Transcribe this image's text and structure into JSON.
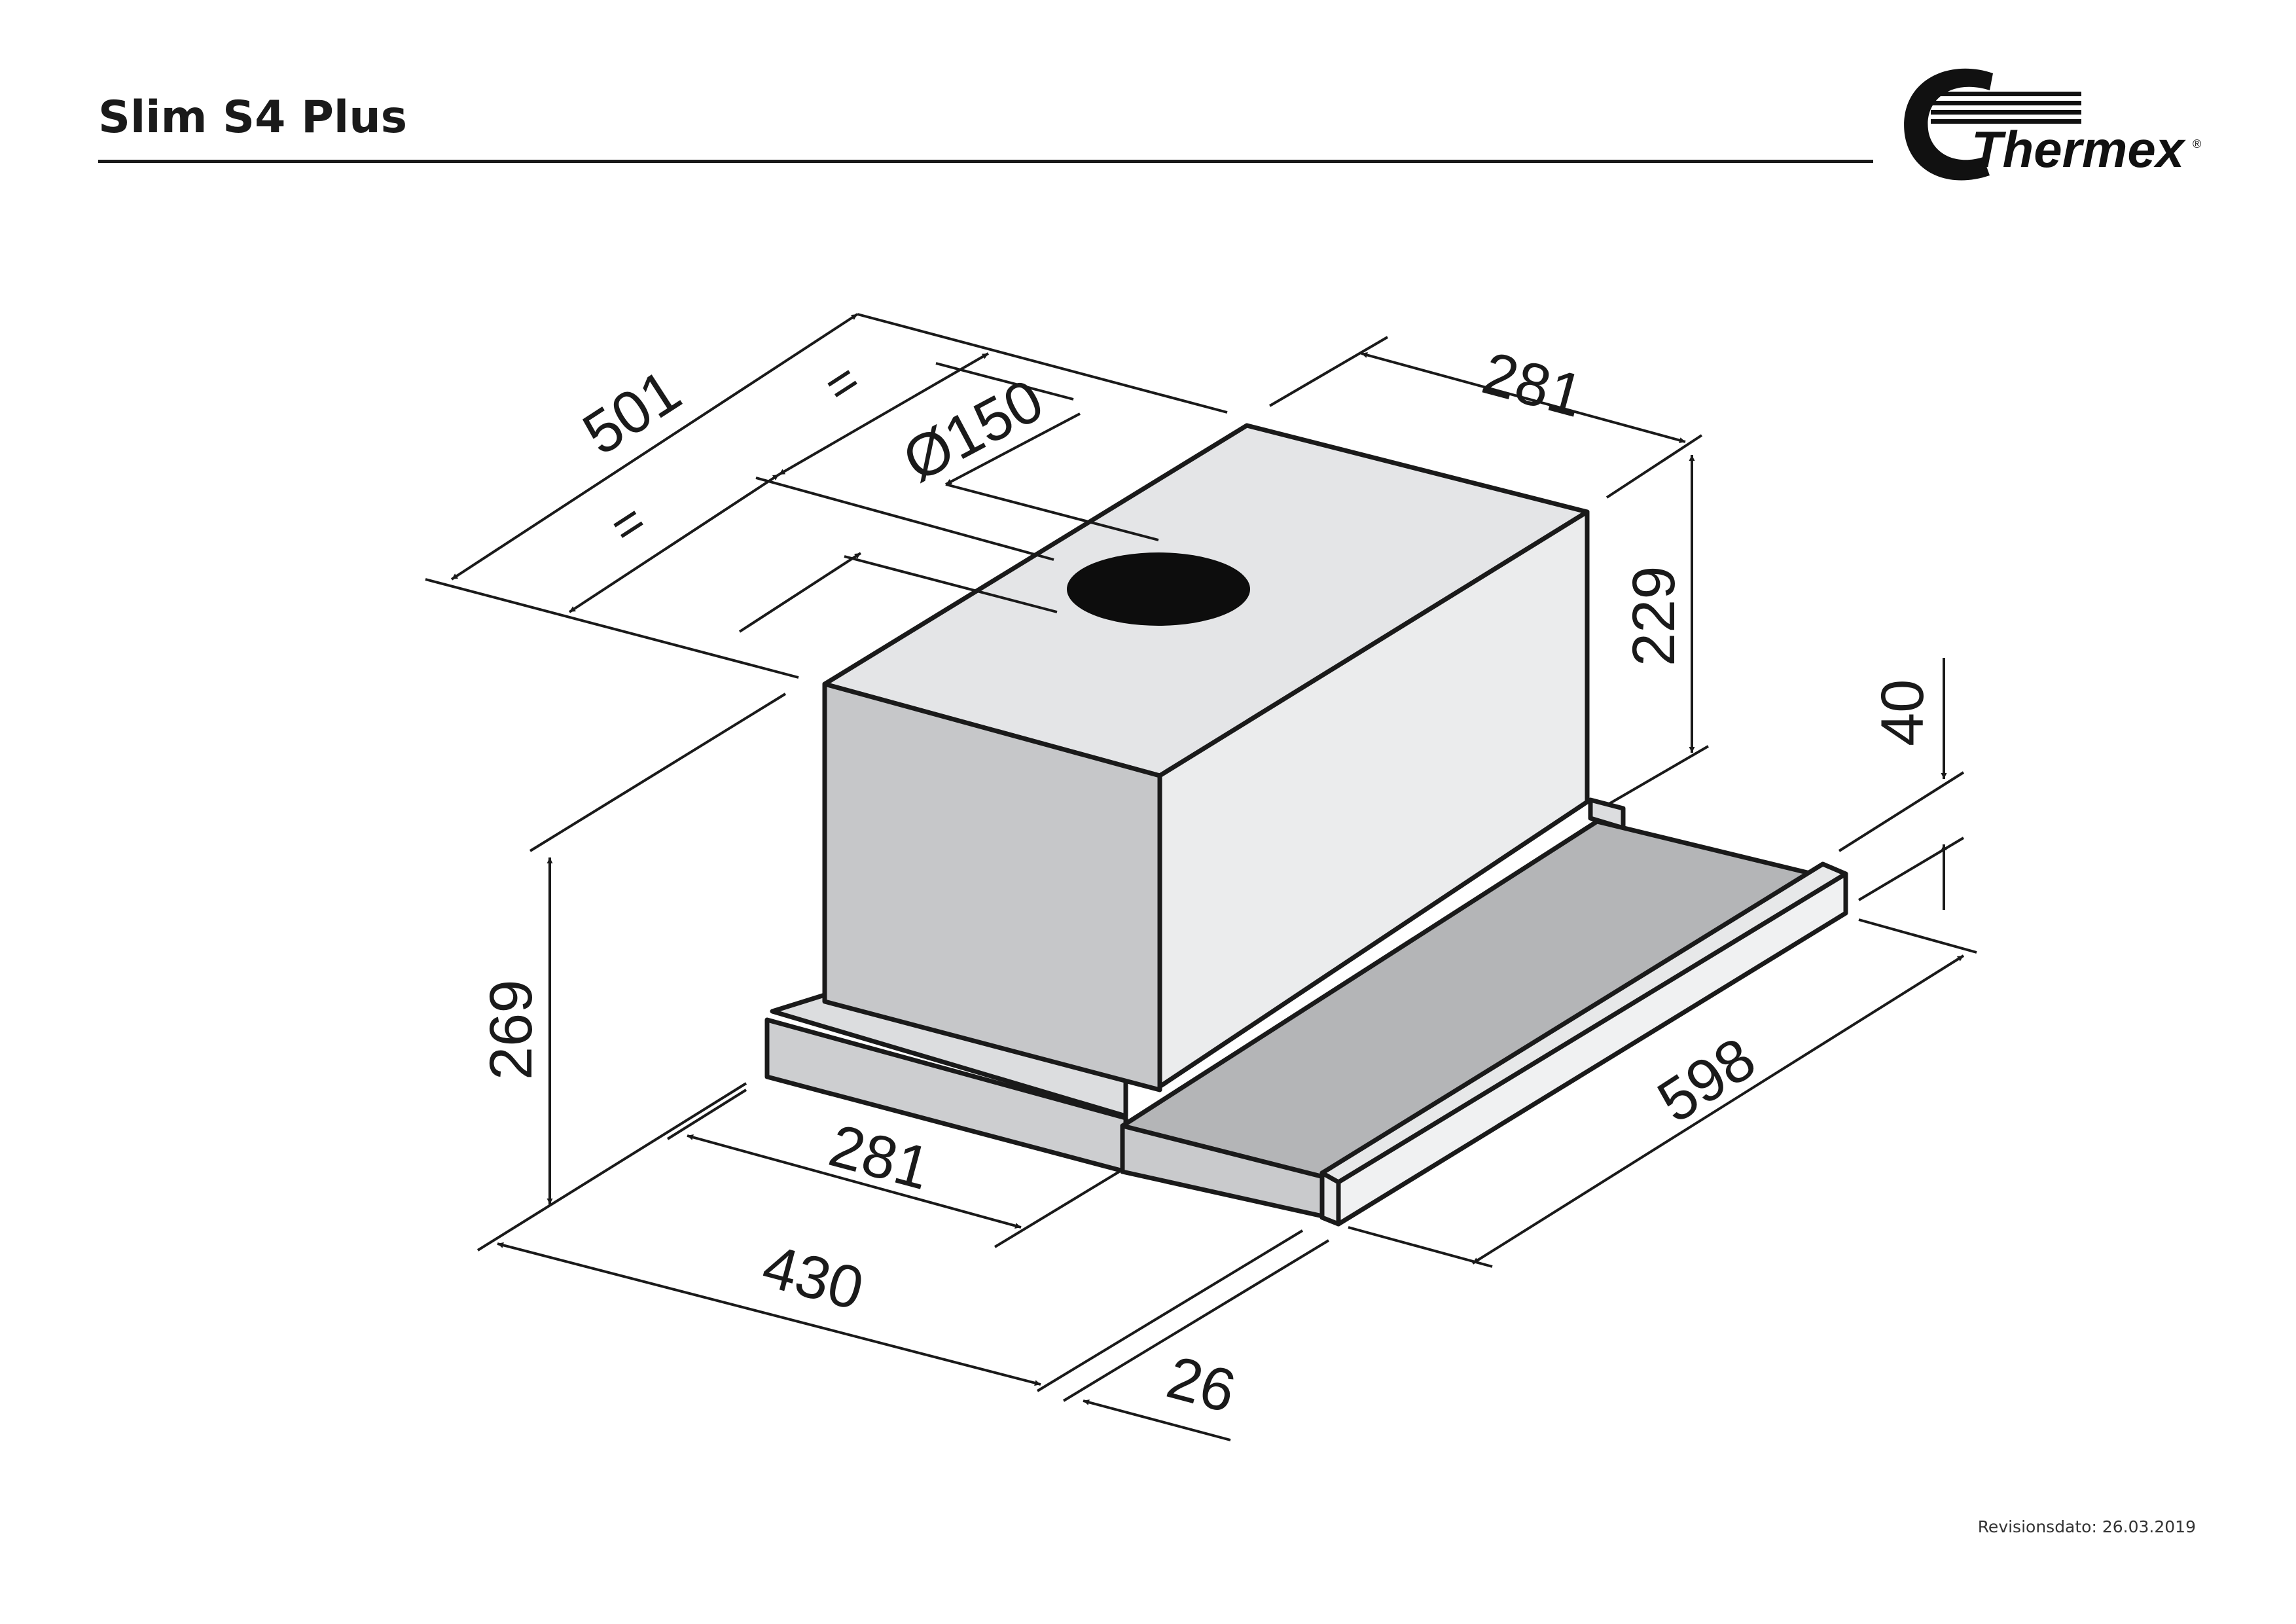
{
  "header": {
    "title": "Slim S4 Plus",
    "brand": "Thermex",
    "brand_mark": "®"
  },
  "footer": {
    "revision": "Revisionsdato: 26.03.2019"
  },
  "dimensions": {
    "depth_total": "501",
    "equal_left": "=",
    "equal_right": "=",
    "duct_diameter": "Ø150",
    "chimney_width_top": "281",
    "chimney_height": "229",
    "tray_height": "40",
    "total_height": "269",
    "base_width": "281",
    "total_depth": "430",
    "extension": "26",
    "total_width": "598"
  },
  "colors": {
    "line": "#1a1a1a",
    "chimney_top": "#e4e5e7",
    "chimney_front": "#c6c7c9",
    "chimney_side": "#ebeced",
    "tray_top": "#b4b5b7",
    "rail": "#dcdddf",
    "duct_hole": "#0d0d0d"
  }
}
